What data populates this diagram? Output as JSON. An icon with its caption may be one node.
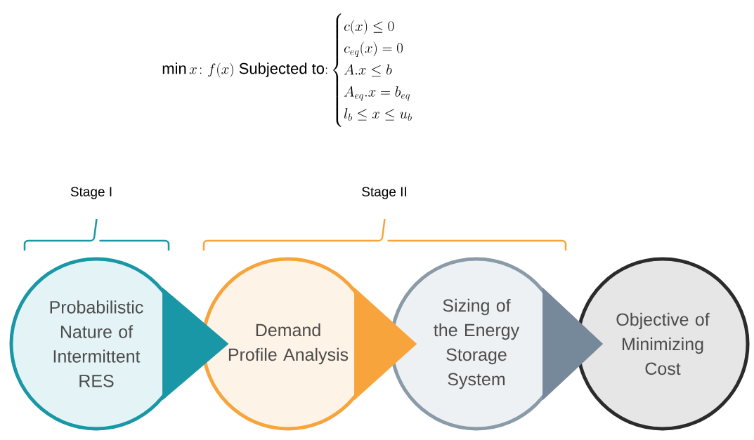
{
  "diagram": {
    "nodes": [
      {
        "text": [
          "Probabilistic Nature of Intermittent RES"
        ]
      },
      {
        "text": [
          "Demand Profile Analysis"
        ]
      },
      {
        "text": [
          "Sizing of the Energy Storage System"
        ]
      },
      {
        "text": [
          "Objective of Minimizing Cost"
        ]
      }
    ],
    "edges": [
      {
        "from": 0,
        "to": 1,
        "arrow": "to",
        "color": "#1a97a6"
      },
      {
        "from": 1,
        "to": 2,
        "arrow": "to",
        "color": "#f7a43c"
      },
      {
        "from": 2,
        "to": 3,
        "arrow": "to",
        "color": "#76899a"
      }
    ],
    "labels": [
      "\\min x\\colon f(x)\\ \\mathrm{Subjected\\ to{:}}\\begin{cases} c(x)\\le 0\\\\ c_{eq}(x)=0\\\\ A.x\\le b\\\\ A_{eq}.x=b_{eq}\\\\ l_b\\le x\\le u_b\\end{cases}",
      "Stage I",
      "Stage II"
    ]
  }
}
